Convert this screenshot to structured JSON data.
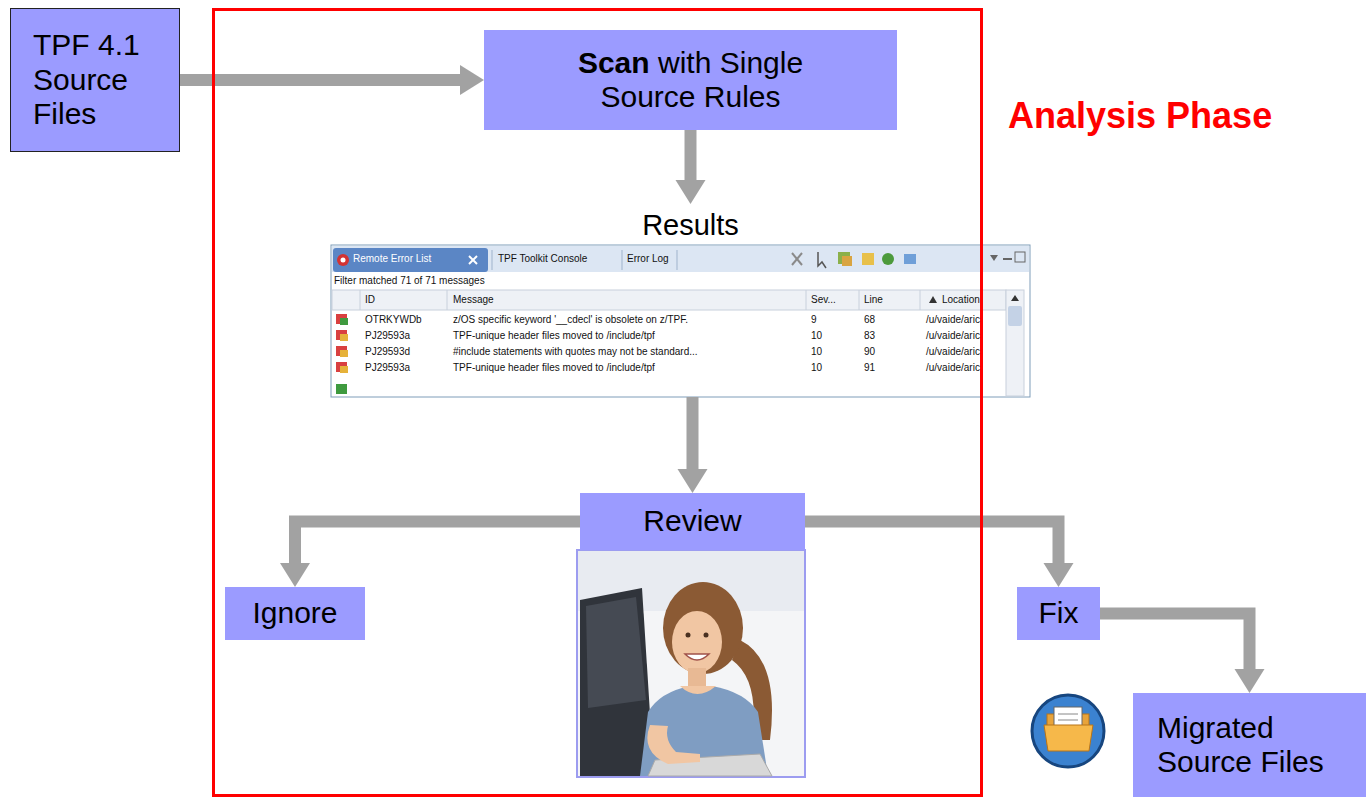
{
  "diagram": {
    "nodes": [
      {
        "text": [
          "TPF 4.1 Source Files"
        ]
      },
      {
        "text": [
          "Analysis Phase"
        ]
      },
      {
        "text": [
          "Scan",
          "with Single Source Rules"
        ],
        "in": 1
      },
      {
        "text": [
          "Results"
        ],
        "in": 1
      },
      {
        "text": [
          "Review"
        ],
        "in": 1
      },
      {
        "text": [
          "Ignore"
        ],
        "in": 1
      },
      {
        "text": [
          "Fix"
        ]
      },
      {
        "text": [
          "Migrated Source Files"
        ]
      }
    ],
    "edges": [
      {
        "from": 0,
        "to": 2,
        "arrow": "to"
      },
      {
        "from": 2,
        "to": 3,
        "arrow": "to"
      },
      {
        "from": 3,
        "to": 4,
        "arrow": "to"
      },
      {
        "from": 4,
        "to": 5,
        "arrow": "to"
      },
      {
        "from": 4,
        "to": 6,
        "arrow": "to"
      },
      {
        "from": 6,
        "to": 7,
        "arrow": "to"
      }
    ],
    "labels": [
      "Remote Error List",
      "TPF Toolkit Console",
      "Error Log",
      "Filter matched 71 of 71 messages",
      "ID",
      "Message",
      "Sev...",
      "Line",
      "Location",
      "OTRKYWDb",
      "z/OS specific keyword '__cdecl' is obsolete on z/TPF.",
      "9",
      "68",
      "/u/vaide/aric",
      "PJ29593a",
      "TPF-unique header files moved to /include/tpf",
      "10",
      "83",
      "/u/vaide/aric",
      "PJ29593d",
      "#include statements with quotes may not be standard...",
      "10",
      "90",
      "/u/vaide/aric",
      "PJ29593a",
      "TPF-unique header files moved to /include/tpf",
      "10",
      "91",
      "/u/vaide/aric"
    ]
  }
}
